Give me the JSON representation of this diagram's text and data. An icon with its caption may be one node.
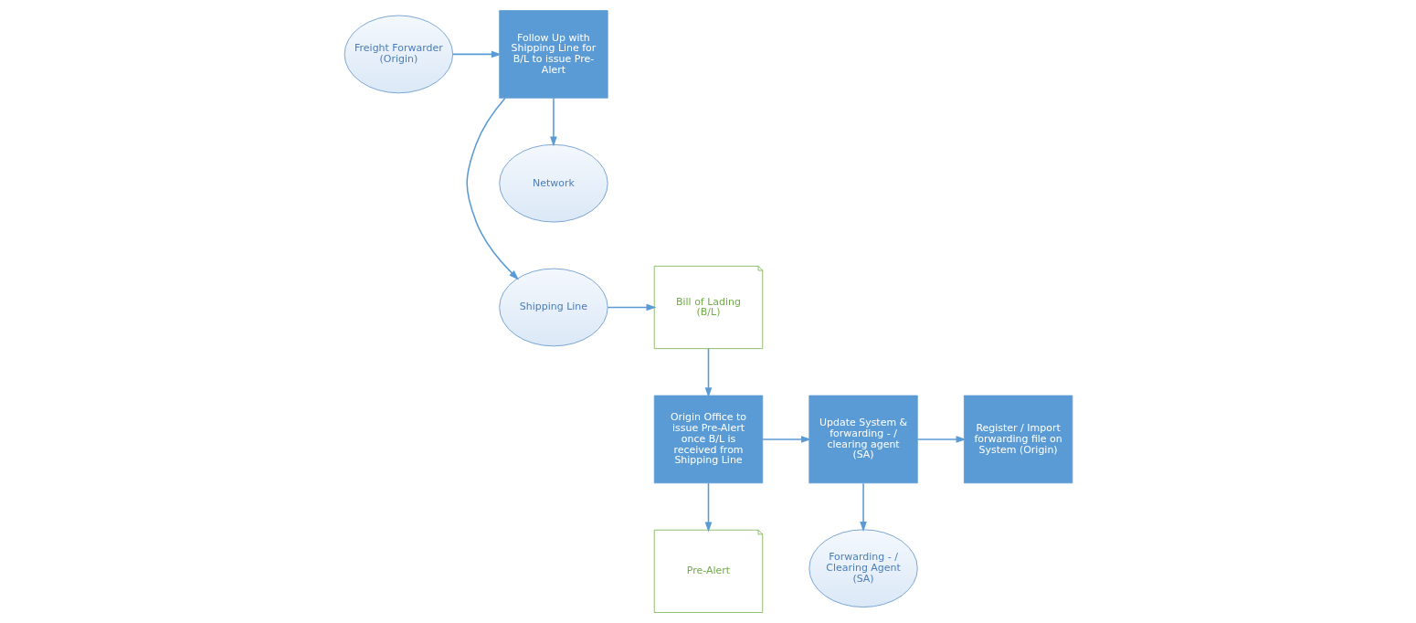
{
  "diagram": {
    "nodes": [
      {
        "text": [
          "Freight Forwarder (Origin)"
        ]
      },
      {
        "text": [
          "Shipping Line"
        ]
      },
      {
        "text": [
          "Network"
        ]
      },
      {
        "text": [
          "Follow Up with Shipping Line for B/L to issue Pre-Alert"
        ]
      },
      {
        "text": [
          "Bill of Lading (B/L)"
        ]
      },
      {
        "text": [
          "Origin Office to issue Pre-Alert once B/L is received from Shipping Line"
        ]
      },
      {
        "text": [
          "Pre-Alert"
        ]
      },
      {
        "text": [
          "Forwarding - / Clearing Agent (SA)"
        ]
      },
      {
        "text": [
          "Update System & forwarding - / clearing agent (SA)"
        ]
      },
      {
        "text": [
          "Register / Import forwarding file on System (Origin)"
        ]
      }
    ],
    "edges": [
      {
        "from": 0,
        "to": 3,
        "arrow": "to"
      },
      {
        "from": 3,
        "to": 1,
        "arrow": "to"
      },
      {
        "from": 3,
        "to": 2,
        "arrow": "to"
      },
      {
        "from": 1,
        "to": 4,
        "arrow": "to"
      },
      {
        "from": 4,
        "to": 5,
        "arrow": "to"
      },
      {
        "from": 5,
        "to": 6,
        "arrow": "to"
      },
      {
        "from": 5,
        "to": 8,
        "arrow": "to"
      },
      {
        "from": 8,
        "to": 7,
        "arrow": "to"
      },
      {
        "from": 8,
        "to": 9,
        "arrow": "to"
      }
    ]
  }
}
